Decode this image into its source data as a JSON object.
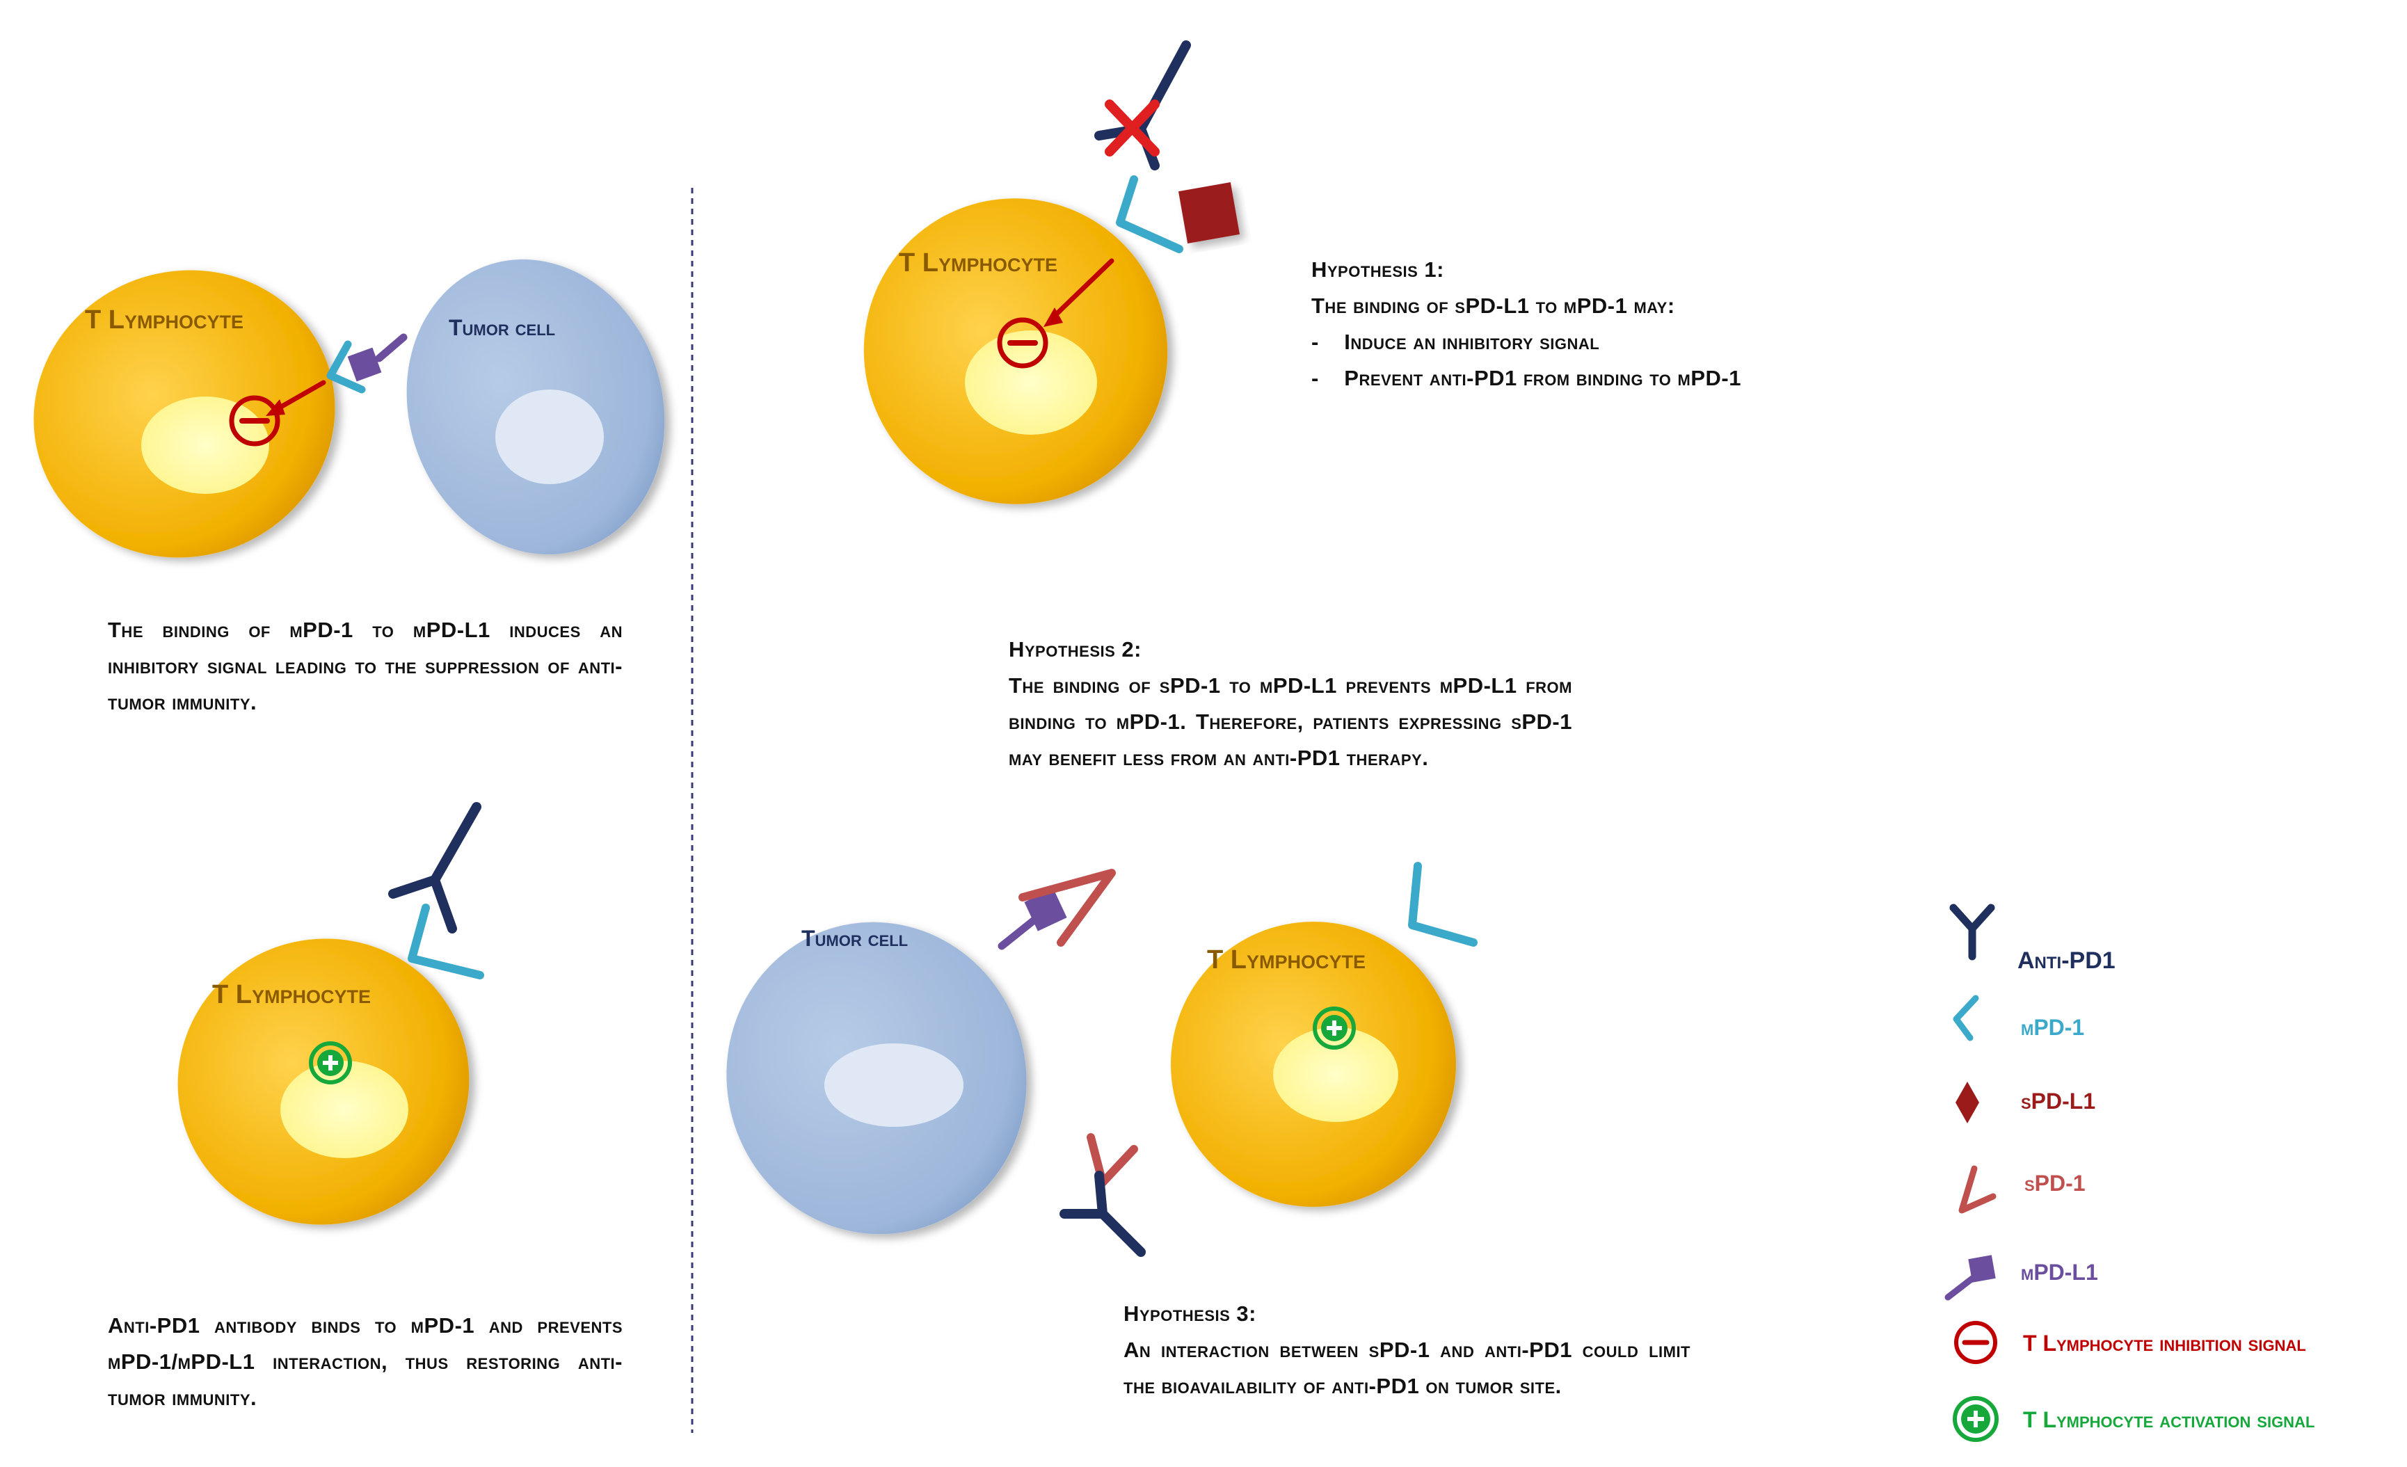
{
  "cells": {
    "t_lymphocyte": "T Lymphocyte",
    "tumor_cell": "Tumor cell"
  },
  "captions": {
    "panel_a": "The binding of mPD-1 to mPD-L1 induces an inhibitory signal leading to the suppression of anti-tumor immunity.",
    "panel_b": "Anti-PD1 antibody binds to mPD-1 and prevents mPD-1/mPD-L1 interaction, thus restoring anti-tumor immunity.",
    "hyp1": {
      "title": "Hypothesis 1:",
      "lead": "The binding of sPD-L1 to mPD-1 may:",
      "points": [
        "Induce an inhibitory signal",
        "Prevent anti-PD1 from binding to mPD-1"
      ]
    },
    "hyp2": {
      "title": "Hypothesis 2:",
      "text": "The binding of sPD-1 to mPD-L1 prevents mPD-L1 from binding to mPD-1. Therefore, patients expressing sPD-1 may benefit less from an anti-PD1 therapy."
    },
    "hyp3": {
      "title": "Hypothesis 3:",
      "text": "An interaction between sPD-1 and anti-PD1 could limit the bioavailability of anti-PD1 on tumor site."
    }
  },
  "legend": {
    "items": [
      {
        "label": "Anti-PD1",
        "icon": "anti-pd1-icon",
        "color": "#1f2f5e"
      },
      {
        "label": "mPD-1",
        "icon": "mpd1-icon",
        "color": "#3ba9c9"
      },
      {
        "label": "sPD-L1",
        "icon": "spdl1-icon",
        "color": "#9b1b1b"
      },
      {
        "label": "sPD-1",
        "icon": "spd1-icon",
        "color": "#c0504d"
      },
      {
        "label": "mPD-L1",
        "icon": "mpdl1-icon",
        "color": "#6b4e9e"
      },
      {
        "label": "T Lymphocyte inhibition signal",
        "icon": "inhibition-signal-icon",
        "color": "#c00000"
      },
      {
        "label": "T Lymphocyte activation signal",
        "icon": "activation-signal-icon",
        "color": "#17a83c"
      }
    ]
  },
  "colors": {
    "t_cell": "#f2b000",
    "t_nucleus": "#fff79a",
    "tumor_cell": "#9fb9dc",
    "tumor_nucleus": "#dfe8f4",
    "anti_pd1": "#1f2f5e",
    "mpd1": "#3ba9c9",
    "spdl1": "#9b1b1b",
    "spd1": "#c0504d",
    "mpdl1": "#6b4e9e",
    "inhibit": "#c00000",
    "activate": "#17a83c",
    "divider": "#3a3a7a"
  }
}
